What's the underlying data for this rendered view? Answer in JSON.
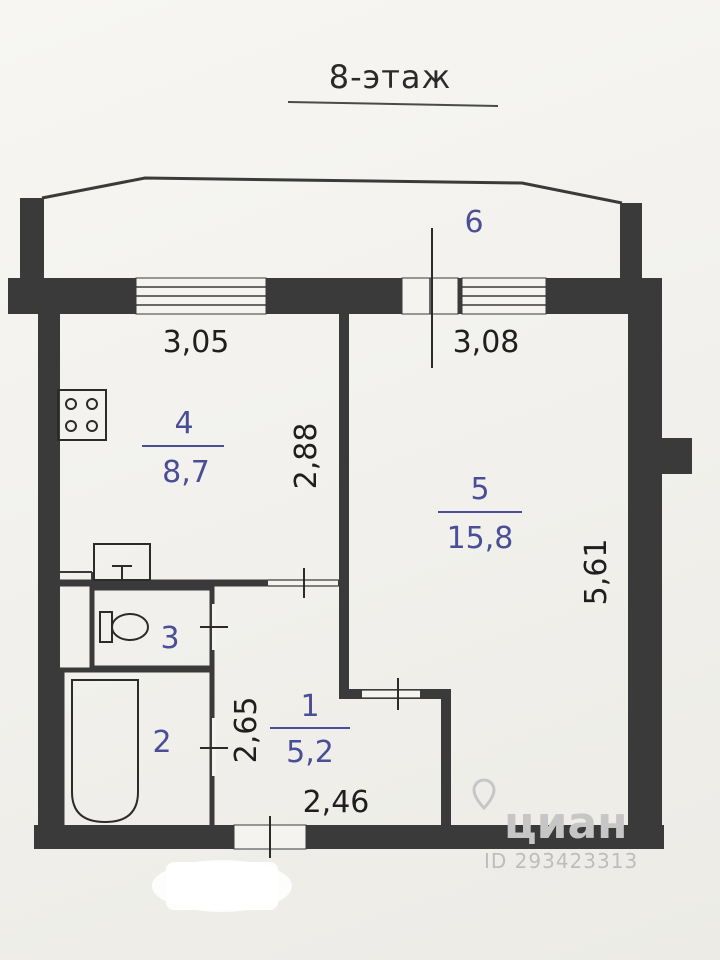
{
  "floor_title": "8-этаж",
  "rooms": [
    {
      "number": "1",
      "area": "5,2"
    },
    {
      "number": "2"
    },
    {
      "number": "3"
    },
    {
      "number": "4",
      "area": "8,7"
    },
    {
      "number": "5",
      "area": "15,8"
    },
    {
      "number": "6"
    }
  ],
  "dimensions": {
    "kitchen_width": "3,05",
    "kitchen_length": "2,88",
    "room_width": "3,08",
    "room_length": "5,61",
    "hall_length": "2,65",
    "hall_width": "2,46"
  },
  "watermark": {
    "logo": "циан",
    "id": "ID 293423313"
  },
  "colors": {
    "wall": "#3a3a3a",
    "line": "#2b2b2b",
    "room_label": "#4a4e97",
    "paper": "#f4f3ef"
  }
}
